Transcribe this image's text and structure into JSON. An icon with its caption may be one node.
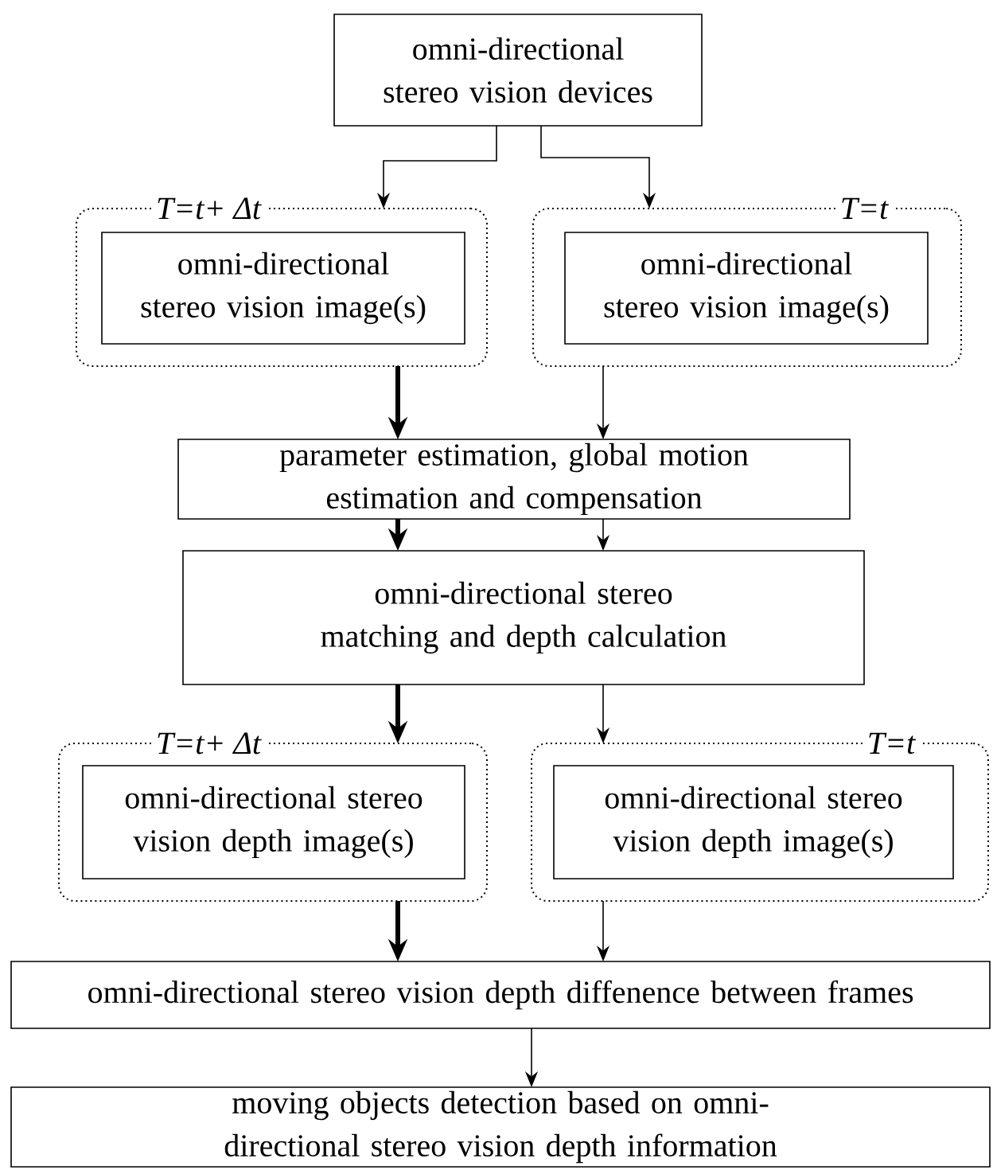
{
  "diagram": {
    "nodes": [
      {
        "text": [
          "omni-directional stereo vision devices"
        ]
      },
      {
        "text": [
          "T=t+ Δt"
        ]
      },
      {
        "text": [
          "omni-directional stereo vision image(s)"
        ],
        "in": 1
      },
      {
        "text": [
          "T=t"
        ]
      },
      {
        "text": [
          "omni-directional stereo vision image(s)"
        ],
        "in": 3
      },
      {
        "text": [
          "parameter estimation, global motion estimation and compensation"
        ]
      },
      {
        "text": [
          "omni-directional stereo matching and depth calculation"
        ]
      },
      {
        "text": [
          "T=t+ Δt"
        ]
      },
      {
        "text": [
          "omni-directional stereo vision depth image(s)"
        ],
        "in": 7
      },
      {
        "text": [
          "T=t"
        ]
      },
      {
        "text": [
          "omni-directional stereo vision depth image(s)"
        ],
        "in": 9
      },
      {
        "text": [
          "omni-directional stereo vision depth diffenence between frames"
        ]
      },
      {
        "text": [
          "moving objects detection based on omni-directional stereo vision depth information"
        ]
      }
    ],
    "edges": [
      {
        "from": 0,
        "to": 1,
        "arrow": "to"
      },
      {
        "from": 0,
        "to": 3,
        "arrow": "to"
      },
      {
        "from": 1,
        "to": 5,
        "arrow": "to",
        "style": "thick"
      },
      {
        "from": 3,
        "to": 5,
        "arrow": "to"
      },
      {
        "from": 5,
        "to": 6,
        "arrow": "to",
        "style": "thick"
      },
      {
        "from": 5,
        "to": 6,
        "arrow": "to"
      },
      {
        "from": 6,
        "to": 7,
        "arrow": "to",
        "style": "thick"
      },
      {
        "from": 6,
        "to": 9,
        "arrow": "to"
      },
      {
        "from": 7,
        "to": 11,
        "arrow": "to",
        "style": "thick"
      },
      {
        "from": 9,
        "to": 11,
        "arrow": "to"
      },
      {
        "from": 11,
        "to": 12,
        "arrow": "to"
      }
    ]
  }
}
